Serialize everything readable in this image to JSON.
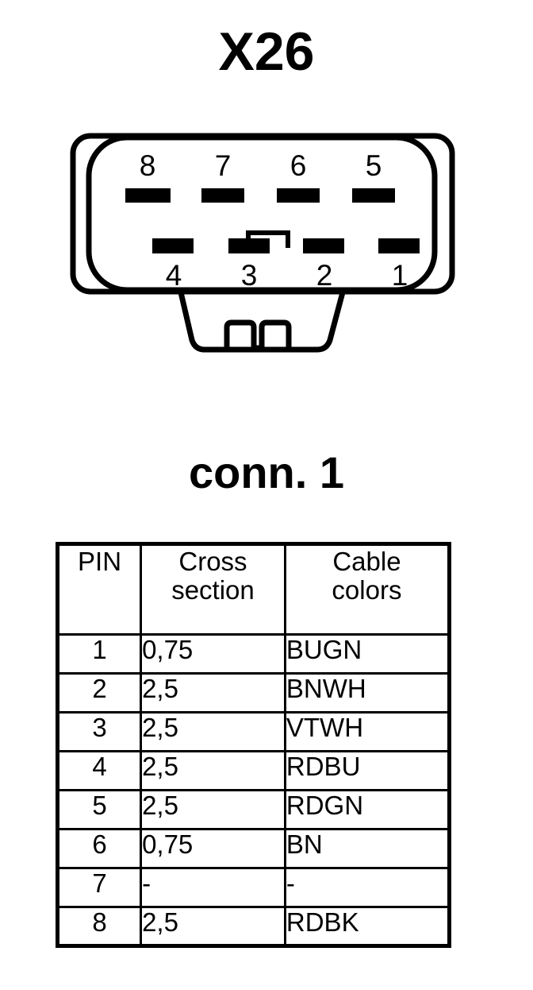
{
  "title": "X26",
  "connector": {
    "label": "conn. 1",
    "top_row_pins": [
      "8",
      "7",
      "6",
      "5"
    ],
    "bottom_row_pins": [
      "4",
      "3",
      "2",
      "1"
    ],
    "icon": "8-pin-automotive-connector-front-view"
  },
  "table": {
    "headers": {
      "pin": "PIN",
      "cross_section_line1": "Cross",
      "cross_section_line2": "section",
      "cable_colors_line1": "Cable",
      "cable_colors_line2": "colors"
    },
    "rows": [
      {
        "pin": "1",
        "cross_section": "0,75",
        "cable_colors": "BUGN"
      },
      {
        "pin": "2",
        "cross_section": "2,5",
        "cable_colors": "BNWH"
      },
      {
        "pin": "3",
        "cross_section": "2,5",
        "cable_colors": "VTWH"
      },
      {
        "pin": "4",
        "cross_section": "2,5",
        "cable_colors": "RDBU"
      },
      {
        "pin": "5",
        "cross_section": "2,5",
        "cable_colors": "RDGN"
      },
      {
        "pin": "6",
        "cross_section": "0,75",
        "cable_colors": "BN"
      },
      {
        "pin": "7",
        "cross_section": "-",
        "cable_colors": "-"
      },
      {
        "pin": "8",
        "cross_section": "2,5",
        "cable_colors": "RDBK"
      }
    ]
  },
  "colors": {
    "ink": "#000000",
    "paper": "#ffffff"
  }
}
